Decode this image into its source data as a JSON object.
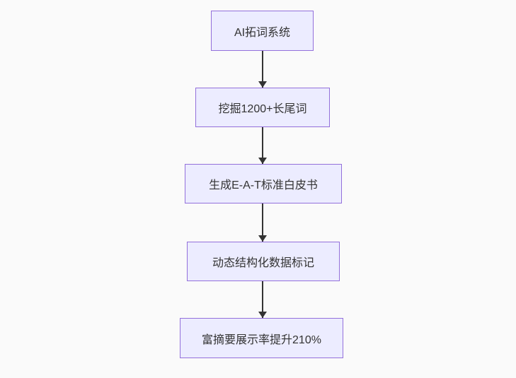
{
  "diagram": {
    "type": "flowchart-top-down",
    "colors": {
      "page_bg": "#fafafa",
      "node_fill": "#ececff",
      "node_border": "#9370db",
      "arrow_color": "#333333",
      "text_color": "#333333"
    },
    "nodes": [
      {
        "label": "AI拓词系统"
      },
      {
        "label": "挖掘1200+长尾词"
      },
      {
        "label": "生成E-A-T标准白皮书"
      },
      {
        "label": "动态结构化数据标记"
      },
      {
        "label": "富摘要展示率提升210%"
      }
    ],
    "edges": [
      {
        "from": 0,
        "to": 1
      },
      {
        "from": 1,
        "to": 2
      },
      {
        "from": 2,
        "to": 3
      },
      {
        "from": 3,
        "to": 4
      }
    ]
  }
}
